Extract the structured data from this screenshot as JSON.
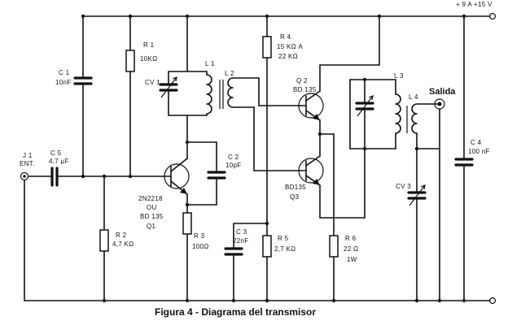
{
  "supply_label": "+ 9 A +15 V",
  "caption": "Figura 4 - Diagrama del transmisor",
  "input": {
    "ref": "J 1",
    "name": "ENT."
  },
  "output_label": "Salida",
  "components": {
    "c1": {
      "ref": "C 1",
      "value": "10nF"
    },
    "c5": {
      "ref": "C 5",
      "value": "4,7 µF"
    },
    "r1": {
      "ref": "R 1",
      "value": "10KΩ"
    },
    "r2": {
      "ref": "R 2",
      "value": "4,7 KΩ"
    },
    "cv1": {
      "ref": "CV 1"
    },
    "l1": {
      "ref": "L 1"
    },
    "l2": {
      "ref": "L 2"
    },
    "q1": {
      "ref_lines": [
        "2N2218",
        "OU",
        "BD 135",
        "Q1"
      ]
    },
    "c2": {
      "ref": "C 2",
      "value": "10pF"
    },
    "r3": {
      "ref": "R 3",
      "value": "100Ω"
    },
    "c3": {
      "ref": "C 3",
      "value": "22nF"
    },
    "r4": {
      "ref": "R 4",
      "value_lines": [
        "15 KΩ A",
        "22 KΩ"
      ]
    },
    "r5": {
      "ref": "R 5",
      "value": "2,7 KΩ"
    },
    "q2": {
      "ref": "Q 2",
      "part": "BD 135"
    },
    "q3": {
      "ref": "Q3",
      "part": "BD135"
    },
    "l3": {
      "ref": "L 3"
    },
    "l4": {
      "ref": "L 4"
    },
    "cv3": {
      "ref": "CV 3"
    },
    "r6": {
      "ref": "R 6",
      "value_lines": [
        "22 Ω",
        "1W"
      ]
    },
    "c4": {
      "ref": "C 4",
      "value": "100 nF"
    }
  }
}
